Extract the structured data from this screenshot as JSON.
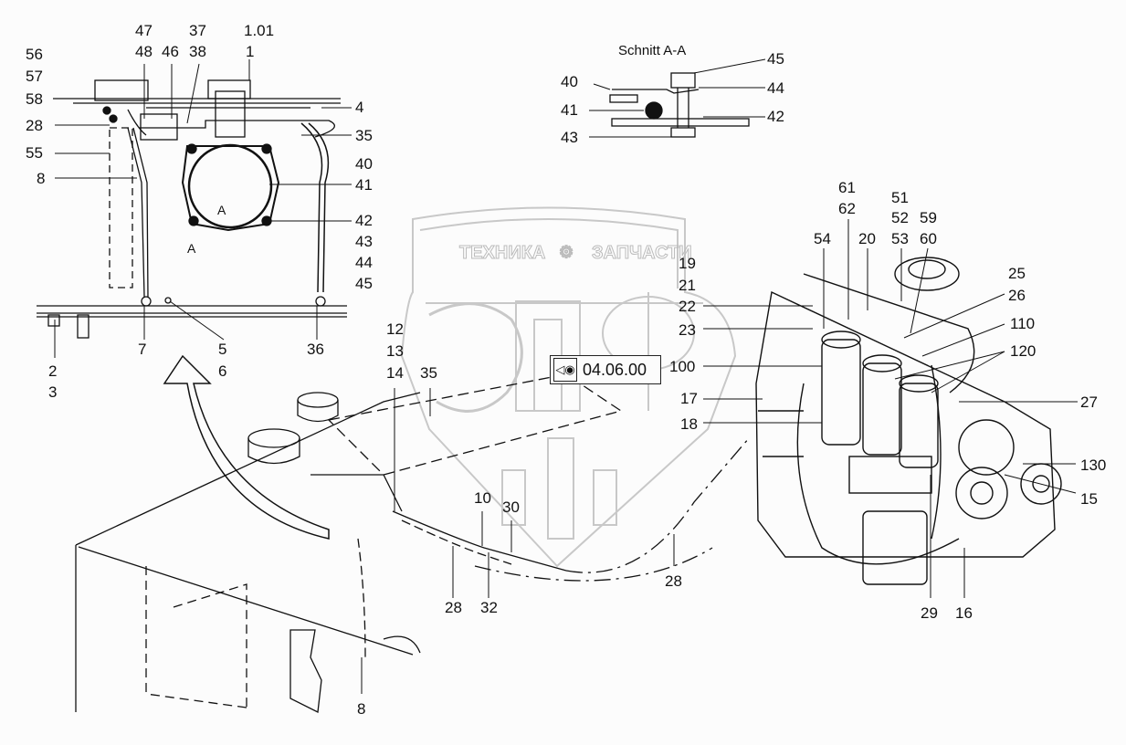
{
  "diagram": {
    "section_title": "Schnitt A-A",
    "reference_code": "04.06.00",
    "reference_icon": "eye-view-icon",
    "watermark": {
      "left_text": "ТЕХНИКА",
      "right_text": "ЗАПЧАСТИ",
      "logo_letters": "ЭПФ",
      "gear_icon": "gear-icon"
    },
    "section_marker": "A",
    "callouts": {
      "top_left_stack": [
        "56",
        "57",
        "58",
        "28",
        "55",
        "8"
      ],
      "top_group_a": [
        "47",
        "48"
      ],
      "top_46": "46",
      "top_group_b": [
        "37",
        "38"
      ],
      "top_group_c": [
        "1.01",
        "1"
      ],
      "right_of_tank_top": [
        "4",
        "35"
      ],
      "right_of_tank_stack": [
        "40",
        "41",
        "42",
        "43",
        "44",
        "45"
      ],
      "bottom_tank": [
        "2",
        "3",
        "7",
        "5",
        "6",
        "36"
      ],
      "section_left": [
        "40",
        "41",
        "43"
      ],
      "section_right": [
        "45",
        "44",
        "42"
      ],
      "middle_group": [
        "12",
        "13",
        "14",
        "35"
      ],
      "hose_labels": [
        "10",
        "30",
        "28",
        "32",
        "28"
      ],
      "lower_8": "8",
      "engine_left_stack": [
        "19",
        "21",
        "22",
        "23",
        "100",
        "17",
        "18"
      ],
      "engine_top": [
        "54",
        "61",
        "62",
        "20",
        "51",
        "52",
        "53",
        "59",
        "60"
      ],
      "engine_right": [
        "25",
        "26",
        "110",
        "120",
        "27",
        "130",
        "15"
      ],
      "engine_bottom": [
        "29",
        "16"
      ]
    }
  }
}
